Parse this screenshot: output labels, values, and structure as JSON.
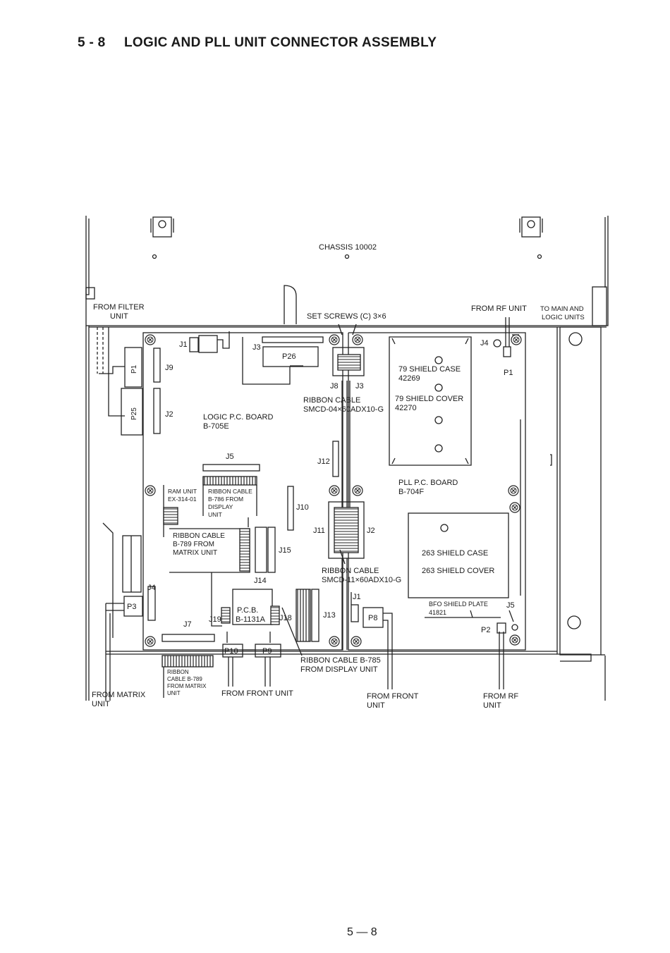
{
  "section": {
    "number": "5 - 8",
    "title": "LOGIC AND PLL UNIT CONNECTOR ASSEMBLY"
  },
  "labels": {
    "chassis": "CHASSIS 10002",
    "from_filter": "FROM FILTER",
    "unit_filter": "UNIT",
    "set_screws": "SET SCREWS (C) 3×6",
    "from_rf_unit_top": "FROM RF UNIT",
    "to_main": "TO MAIN AND",
    "logic_units": "LOGIC UNITS",
    "j1_logic": "J1",
    "j3_top": "J3",
    "p26": "P26",
    "p1": "P1",
    "j9": "J9",
    "p25": "P25",
    "j2_left": "J2",
    "logic_board_1": "LOGIC P.C. BOARD",
    "logic_board_2": "B-705E",
    "j8": "J8",
    "j3_ribbon": "J3",
    "ribbon_cable_1": "RIBBON CABLE",
    "ribbon_cable_1_part": "SMCD-04×60ADX10-G",
    "shield_79_case": "79 SHIELD CASE",
    "shield_79_case_no": "42269",
    "shield_79_cover": "79 SHIELD COVER",
    "shield_79_cover_no": "42270",
    "j4_right": "J4",
    "p1_right": "P1",
    "j5": "J5",
    "j12": "J12",
    "ram_unit": "RAM UNIT",
    "ram_unit_no": "EX-314-01",
    "rc_b786_1": "RIBBON CABLE",
    "rc_b786_2": "B-786  FROM",
    "rc_b786_3": "DISPLAY",
    "rc_b786_4": "UNIT",
    "j10": "J10",
    "pll_board_1": "PLL P.C. BOARD",
    "pll_board_2": "B-704F",
    "j11": "J11",
    "j2_mid": "J2",
    "rc_b789_1": "RIBBON CABLE",
    "rc_b789_2": "B-789  FROM",
    "rc_b789_3": "MATRIX  UNIT",
    "j15": "J15",
    "j14": "J14",
    "ribbon_cable_2": "RIBBON CABLE",
    "ribbon_cable_2_part": "SMCD-11×60ADX10-G",
    "shield_263_case": "263 SHIELD CASE",
    "shield_263_cover": "263 SHIELD COVER",
    "j4_left": "J4",
    "p3": "P3",
    "pcb_1": "P.C.B.",
    "pcb_2": "B-1131A",
    "j19": "J19",
    "j18": "J18",
    "j13": "J13",
    "j1_pll": "J1",
    "p8": "P8",
    "bfo_plate": "BFO SHIELD PLATE",
    "bfo_plate_no": "41821",
    "j5_right": "J5",
    "p2": "P2",
    "j7": "J7",
    "p10": "P10",
    "p9": "P9",
    "rc_b785_1": "RIBBON CABLE B-785",
    "rc_b785_2": "FROM DISPLAY UNIT",
    "ribbon_small_1": "RIBBON",
    "ribbon_small_2": "CABLE B-789",
    "ribbon_small_3": "FROM MATRIX",
    "ribbon_small_4": "UNIT",
    "from_matrix_1": "FROM MATRIX",
    "from_matrix_2": "UNIT",
    "from_front_unit": "FROM FRONT UNIT",
    "from_front_2a": "FROM FRONT",
    "from_front_2b": "UNIT",
    "from_rf_1": "FROM RF",
    "from_rf_2": "UNIT"
  },
  "footer": {
    "page": "5 — 8"
  }
}
